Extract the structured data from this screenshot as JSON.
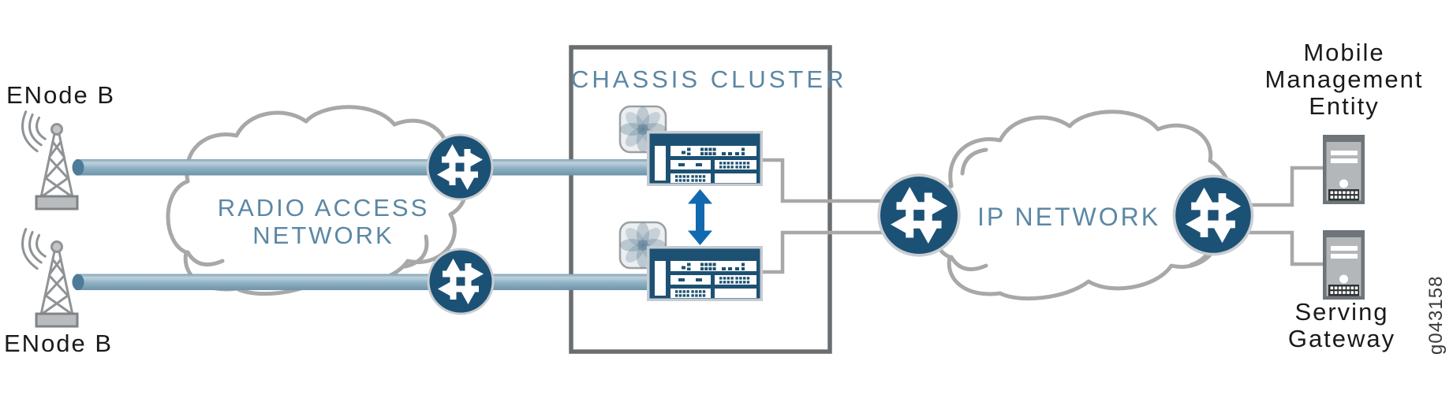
{
  "labels": {
    "enode_b_top": "ENode B",
    "enode_b_bottom": "ENode B",
    "radio_access_network": [
      "RADIO ACCESS",
      "NETWORK"
    ],
    "chassis_cluster": "CHASSIS CLUSTER",
    "ip_network": "IP NETWORK",
    "mobile_management_entity": [
      "Mobile",
      "Management",
      "Entity"
    ],
    "serving_gateway": [
      "Serving",
      "Gateway"
    ],
    "figure_number": "g043158"
  },
  "colors": {
    "label_blue": "#5B87A5",
    "router_navy": "#1C5176",
    "device_navy": "#1D5173",
    "cluster_link_blue": "#1169B0",
    "pipe_blue_gray": "#8FB0C3",
    "cloud_outline_gray": "#A8A8A8",
    "box_border_gray": "#6A6E70",
    "text_black": "#1A1A1A",
    "figure_id_gray": "#3A3A3A"
  },
  "topology": {
    "nodes": [
      {
        "id": "enodeb-1",
        "icon": "antenna-tower-icon",
        "label": "ENode B"
      },
      {
        "id": "enodeb-2",
        "icon": "antenna-tower-icon",
        "label": "ENode B"
      },
      {
        "id": "radio-access-network",
        "icon": "cloud-icon",
        "label": "RADIO ACCESS NETWORK"
      },
      {
        "id": "router-1",
        "icon": "router-icon",
        "label": ""
      },
      {
        "id": "router-2",
        "icon": "router-icon",
        "label": ""
      },
      {
        "id": "chassis-cluster-box",
        "icon": "group-box",
        "label": "CHASSIS CLUSTER"
      },
      {
        "id": "cluster-node-0",
        "icon": "security-gateway-icon",
        "label": ""
      },
      {
        "id": "cluster-node-1",
        "icon": "security-gateway-icon",
        "label": ""
      },
      {
        "id": "router-3",
        "icon": "router-icon",
        "label": ""
      },
      {
        "id": "ip-network",
        "icon": "cloud-icon",
        "label": "IP NETWORK"
      },
      {
        "id": "router-4",
        "icon": "router-icon",
        "label": ""
      },
      {
        "id": "mme-server",
        "icon": "server-icon",
        "label": "Mobile Management Entity"
      },
      {
        "id": "sgw-server",
        "icon": "server-icon",
        "label": "Serving Gateway"
      }
    ],
    "links": [
      {
        "from": "enodeb-1",
        "to": "cluster-node-0",
        "via": [
          "radio-access-network",
          "router-1"
        ],
        "style": "thick-pipe"
      },
      {
        "from": "enodeb-2",
        "to": "cluster-node-1",
        "via": [
          "radio-access-network",
          "router-2"
        ],
        "style": "thick-pipe"
      },
      {
        "from": "cluster-node-0",
        "to": "cluster-node-1",
        "style": "double-arrow-cluster-link"
      },
      {
        "from": "cluster-node-0",
        "to": "router-3",
        "style": "thin-line"
      },
      {
        "from": "cluster-node-1",
        "to": "router-3",
        "style": "thin-line"
      },
      {
        "from": "router-4",
        "to": "mme-server",
        "style": "thin-line"
      },
      {
        "from": "router-4",
        "to": "sgw-server",
        "style": "thin-line"
      }
    ]
  }
}
